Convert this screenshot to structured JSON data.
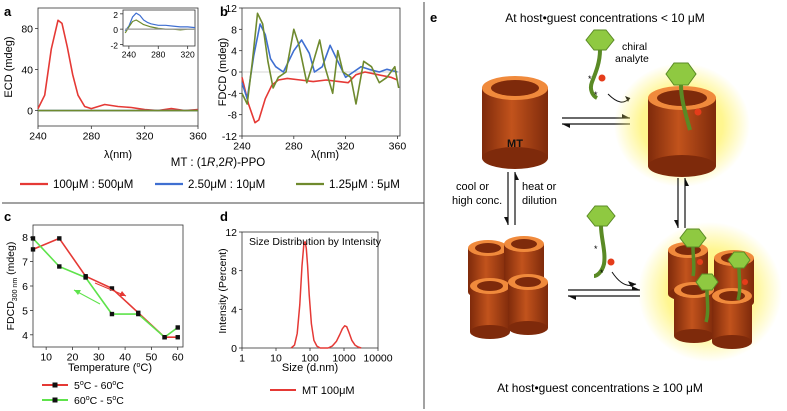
{
  "panel_labels": {
    "a": "a",
    "b": "b",
    "c": "c",
    "d": "d",
    "e": "e"
  },
  "shared": {
    "mt_prefix": "MT : (1",
    "mt_r1": "R",
    "mt_mid": ",2",
    "mt_r2": "R",
    "mt_suffix": ")-PPO",
    "legend_ab": [
      {
        "label": "100μM : 500μM",
        "color": "#e53935"
      },
      {
        "label": "2.50μM : 10μM",
        "color": "#3f6fd1"
      },
      {
        "label": "1.25μM : 5μM",
        "color": "#6f8a2e"
      }
    ]
  },
  "chart_data": [
    {
      "panel": "a",
      "type": "line",
      "ylabel": "ECD (mdeg)",
      "xlabel": "λ(nm)",
      "xlim": [
        240,
        360
      ],
      "xticks": [
        "240",
        "280",
        "320",
        "360"
      ],
      "yticks": [
        "80",
        "40",
        "0"
      ],
      "ylim": [
        -15,
        100
      ],
      "series": [
        {
          "name": "100μM : 500μM",
          "color": "#e53935",
          "x": [
            240,
            245,
            250,
            255,
            258,
            262,
            266,
            270,
            275,
            280,
            290,
            300,
            310,
            320,
            330,
            340,
            350,
            360
          ],
          "y": [
            2,
            15,
            60,
            88,
            85,
            62,
            35,
            15,
            4,
            2,
            6,
            4,
            3,
            1,
            0,
            2,
            0,
            1
          ]
        },
        {
          "name": "2.50μM : 10μM",
          "color": "#3f6fd1",
          "x": [
            240,
            260,
            280,
            300,
            320,
            340,
            360
          ],
          "y": [
            0,
            0,
            0,
            0,
            0,
            0,
            0
          ]
        },
        {
          "name": "1.25μM : 5μM",
          "color": "#6f8a2e",
          "x": [
            240,
            260,
            280,
            300,
            320,
            340,
            360
          ],
          "y": [
            0,
            0,
            0,
            0,
            0,
            0,
            0
          ]
        }
      ],
      "inset": {
        "xticks": [
          "240",
          "280",
          "320"
        ],
        "yticks": [
          "2",
          "0",
          "-2"
        ],
        "ylim": [
          -2.2,
          2.5
        ],
        "xlim": [
          232,
          330
        ],
        "series": [
          {
            "name": "2.50μM : 10μM",
            "color": "#3f6fd1",
            "x": [
              235,
              240,
              245,
              250,
              255,
              260,
              265,
              270,
              280,
              290,
              300,
              310,
              320,
              330
            ],
            "y": [
              -0.2,
              0.4,
              1.6,
              2.1,
              1.8,
              1.2,
              0.9,
              0.7,
              0.5,
              0.5,
              0.4,
              0.3,
              0.3,
              0.2
            ]
          },
          {
            "name": "1.25μM : 5μM",
            "color": "#6f8a2e",
            "x": [
              235,
              240,
              245,
              250,
              255,
              260,
              270,
              280,
              290,
              300,
              310,
              320,
              330
            ],
            "y": [
              -0.5,
              0.3,
              1.0,
              1.2,
              0.9,
              0.6,
              0.3,
              0.1,
              0.0,
              0.0,
              -0.1,
              0.0,
              0.0
            ]
          },
          {
            "name": "100μM : 500μM",
            "color": "#999999",
            "x": [
              235,
              240,
              250,
              260,
              280,
              300,
              320,
              330
            ],
            "y": [
              0,
              0,
              0,
              0,
              0,
              0,
              0,
              0
            ]
          }
        ]
      }
    },
    {
      "panel": "b",
      "type": "line",
      "ylabel": "FDCD (mdeg)",
      "xlabel": "λ(nm)",
      "xlim": [
        240,
        362
      ],
      "xticks": [
        "240",
        "280",
        "320",
        "360"
      ],
      "yticks": [
        "12",
        "8",
        "4",
        "0",
        "-4",
        "-8",
        "-12"
      ],
      "ylim": [
        -12,
        12
      ],
      "series": [
        {
          "name": "100μM : 500μM",
          "color": "#e53935",
          "x": [
            240,
            245,
            250,
            253,
            258,
            263,
            268,
            275,
            285,
            295,
            305,
            315,
            322,
            328,
            335,
            345,
            355,
            360
          ],
          "y": [
            -1,
            -6,
            -9.5,
            -9,
            -5,
            -2.5,
            -1.5,
            -1.2,
            -1.5,
            -1.8,
            -1.5,
            -1.8,
            -2,
            -0.5,
            0,
            -0.5,
            -1,
            -1.5
          ]
        },
        {
          "name": "2.50μM : 10μM",
          "color": "#3f6fd1",
          "x": [
            240,
            244,
            249,
            254,
            258,
            262,
            266,
            272,
            280,
            286,
            292,
            296,
            302,
            308,
            314,
            320,
            326,
            332,
            338,
            346,
            352,
            360
          ],
          "y": [
            -2,
            -5,
            3,
            9,
            7,
            2.5,
            1,
            0,
            4,
            6,
            3.5,
            0,
            1,
            5,
            2,
            -1,
            0,
            1,
            0.5,
            0,
            0.5,
            0
          ]
        },
        {
          "name": "1.25μM : 5μM",
          "color": "#6f8a2e",
          "x": [
            240,
            244,
            248,
            252,
            256,
            260,
            264,
            268,
            274,
            280,
            284,
            290,
            294,
            300,
            304,
            310,
            314,
            318,
            324,
            328,
            334,
            340,
            346,
            352,
            358,
            361
          ],
          "y": [
            -4,
            -6,
            2,
            11,
            9,
            2,
            -3,
            -1,
            0,
            8,
            5,
            -2,
            1,
            6,
            1,
            -4,
            4,
            0,
            -1,
            -6,
            2,
            1,
            -2,
            -1,
            1,
            -3
          ]
        }
      ]
    },
    {
      "panel": "c",
      "type": "line",
      "ylabel": "FDCD",
      "ylabel_sub": "300 nm",
      "ylabel_unit": " (mdeg)",
      "xlabel": "Temperature (",
      "xlabel_sup": "o",
      "xlabel_end": "C)",
      "xlim": [
        5,
        62
      ],
      "xticks": [
        "10",
        "20",
        "30",
        "40",
        "50",
        "60"
      ],
      "yticks": [
        "8",
        "7",
        "6",
        "5",
        "4"
      ],
      "ylim": [
        3.5,
        8.5
      ],
      "series": [
        {
          "name": "5oC - 60oC",
          "color": "#e53935",
          "x": [
            5,
            15,
            25,
            35,
            45,
            55,
            60
          ],
          "y": [
            7.5,
            7.95,
            6.4,
            5.9,
            4.9,
            3.9,
            3.9
          ]
        },
        {
          "name": "60oC - 5oC",
          "color": "#5ee34b",
          "x": [
            60,
            55,
            45,
            35,
            25,
            15,
            5
          ],
          "y": [
            4.3,
            3.9,
            4.85,
            4.85,
            6.35,
            6.8,
            7.95
          ]
        }
      ],
      "legend": [
        {
          "pre": "5",
          "sup1": "o",
          "mid": "C - 60",
          "sup2": "o",
          "post": "C",
          "color": "#e53935"
        },
        {
          "pre": "60",
          "sup1": "o",
          "mid": "C - 5",
          "sup2": "o",
          "post": "C",
          "color": "#5ee34b"
        }
      ]
    },
    {
      "panel": "d",
      "type": "line",
      "title": "Size Distribution by Intensity",
      "ylabel": "Intensity (Percent)",
      "xlabel": "Size (d.nm)",
      "xscale": "log",
      "xlim": [
        1,
        10000
      ],
      "xticks": [
        "1",
        "10",
        "100",
        "1000",
        "10000"
      ],
      "yticks": [
        "12",
        "8",
        "4",
        "0"
      ],
      "ylim": [
        0,
        12
      ],
      "series": [
        {
          "name": "MT 100μM",
          "color": "#e53935",
          "x": [
            28,
            35,
            42,
            50,
            58,
            66,
            72,
            78,
            85,
            95,
            110,
            130,
            160,
            200,
            260,
            340,
            450,
            600,
            750,
            900,
            1050,
            1200,
            1400,
            1700,
            2100,
            2600,
            3200
          ],
          "y": [
            0,
            0.3,
            1.5,
            4.5,
            8.5,
            10.8,
            11,
            10.3,
            8.5,
            5.5,
            2.5,
            0.8,
            0.2,
            0,
            0,
            0,
            0.2,
            0.7,
            1.4,
            2,
            2.3,
            2.2,
            1.6,
            0.8,
            0.3,
            0.1,
            0
          ]
        }
      ],
      "legend": [
        {
          "label": "MT 100μM",
          "color": "#e53935"
        }
      ]
    }
  ],
  "panel_e": {
    "top_label": "At host•guest concentrations < 10 μM",
    "bottom_label": "At host•guest concentrations ≥ 100 μM",
    "mt_label": "MT",
    "chiral": "chiral",
    "analyte": "analyte",
    "left_text": [
      "cool or",
      "high conc."
    ],
    "right_text": [
      "heat or",
      "dilution"
    ],
    "star": "*",
    "colors": {
      "cube_dark": "#9e3b12",
      "cube_mid": "#c2531c",
      "cube_rim": "#f08a3c",
      "glow": "#fff36b",
      "guest": "#8fc941",
      "guest_dark": "#5a8a25",
      "bead": "#e53c1a"
    }
  }
}
